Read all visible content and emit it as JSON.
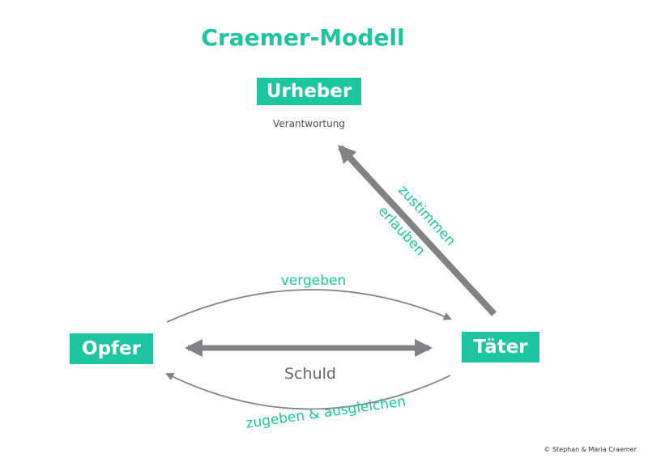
{
  "title": "Craemer-Modell",
  "nodes": {
    "urheber": "Urheber",
    "opfer": "Opfer",
    "taeter": "Täter"
  },
  "urheber_subtitle": "Verantwortung",
  "edge_labels": {
    "zustimmen": "zustimmen",
    "erlauben": "erlauben",
    "vergeben": "vergeben",
    "schuld": "Schuld",
    "zugeben": "zugeben & ausgleichen"
  },
  "credit": "© Stephan & Maria Craemer",
  "colors": {
    "accent": "#1dc6a0",
    "arrow": "#808285",
    "text_gray": "#666666"
  }
}
